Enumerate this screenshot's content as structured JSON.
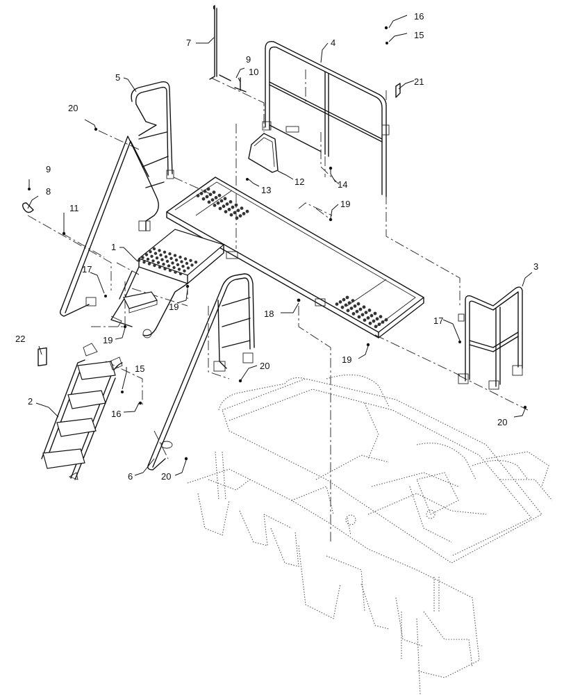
{
  "callouts": [
    {
      "id": "c1",
      "text": "1"
    },
    {
      "id": "c2",
      "text": "2"
    },
    {
      "id": "c3",
      "text": "3"
    },
    {
      "id": "c4",
      "text": "4"
    },
    {
      "id": "c5",
      "text": "5"
    },
    {
      "id": "c6",
      "text": "6"
    },
    {
      "id": "c7",
      "text": "7"
    },
    {
      "id": "c8",
      "text": "8"
    },
    {
      "id": "c9a",
      "text": "9"
    },
    {
      "id": "c9b",
      "text": "9"
    },
    {
      "id": "c10",
      "text": "10"
    },
    {
      "id": "c11",
      "text": "11"
    },
    {
      "id": "c12",
      "text": "12"
    },
    {
      "id": "c13",
      "text": "13"
    },
    {
      "id": "c14",
      "text": "14"
    },
    {
      "id": "c15a",
      "text": "15"
    },
    {
      "id": "c15b",
      "text": "15"
    },
    {
      "id": "c16a",
      "text": "16"
    },
    {
      "id": "c16b",
      "text": "16"
    },
    {
      "id": "c17a",
      "text": "17"
    },
    {
      "id": "c17b",
      "text": "17"
    },
    {
      "id": "c18",
      "text": "18"
    },
    {
      "id": "c19a",
      "text": "19"
    },
    {
      "id": "c19b",
      "text": "19"
    },
    {
      "id": "c19c",
      "text": "19"
    },
    {
      "id": "c19d",
      "text": "19"
    },
    {
      "id": "c20a",
      "text": "20"
    },
    {
      "id": "c20b",
      "text": "20"
    },
    {
      "id": "c20c",
      "text": "20"
    },
    {
      "id": "c20d",
      "text": "20"
    },
    {
      "id": "c21",
      "text": "21"
    },
    {
      "id": "c22",
      "text": "22"
    }
  ]
}
